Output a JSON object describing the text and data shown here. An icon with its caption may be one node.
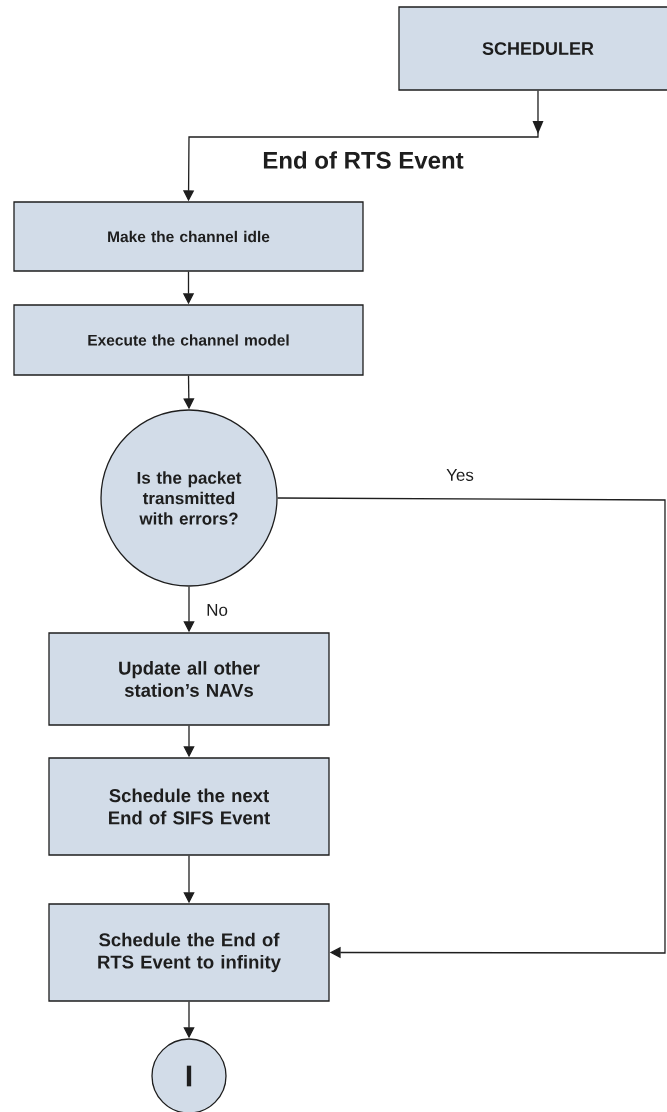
{
  "diagram": {
    "nodes": [
      {
        "text": [
          "SCHEDULER"
        ]
      },
      {
        "text": [
          "Make the channel idle"
        ]
      },
      {
        "text": [
          "Execute the channel model"
        ]
      },
      {
        "text": [
          "Is the packet transmitted with errors?"
        ]
      },
      {
        "text": [
          "Update all other station’s NAVs"
        ]
      },
      {
        "text": [
          "Schedule the next End of SIFS Event"
        ]
      },
      {
        "text": [
          "Schedule the End of RTS Event to infinity"
        ]
      },
      {
        "text": [
          "I"
        ]
      }
    ],
    "edges": [
      {
        "from": 0,
        "to": 1,
        "arrow": "to",
        "label": "End of RTS Event"
      },
      {
        "from": 1,
        "to": 2,
        "arrow": "to"
      },
      {
        "from": 2,
        "to": 3,
        "arrow": "to"
      },
      {
        "from": 3,
        "to": 4,
        "arrow": "to",
        "label": "No"
      },
      {
        "from": 4,
        "to": 5,
        "arrow": "to"
      },
      {
        "from": 5,
        "to": 6,
        "arrow": "to"
      },
      {
        "from": 6,
        "to": 7,
        "arrow": "to"
      },
      {
        "from": 3,
        "to": 6,
        "arrow": "to",
        "label": "Yes"
      }
    ]
  }
}
